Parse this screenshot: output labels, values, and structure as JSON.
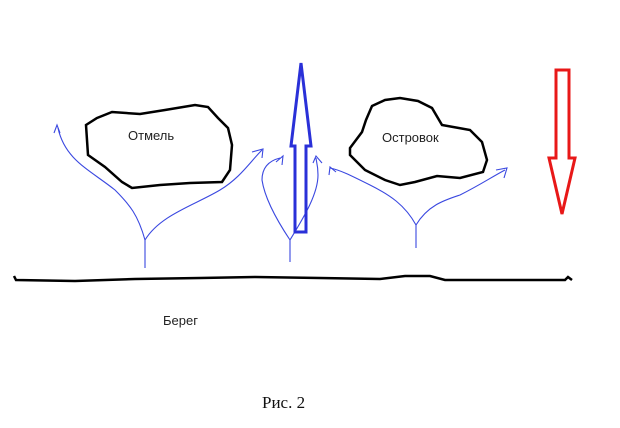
{
  "labels": {
    "shoal": "Отмель",
    "islet": "Островок",
    "shore": "Берег",
    "caption": "Рис. 2"
  },
  "colors": {
    "outline": "#000000",
    "flow": "#3a48e0",
    "rip_current": "#2a30d8",
    "incoming": "#e81818"
  }
}
